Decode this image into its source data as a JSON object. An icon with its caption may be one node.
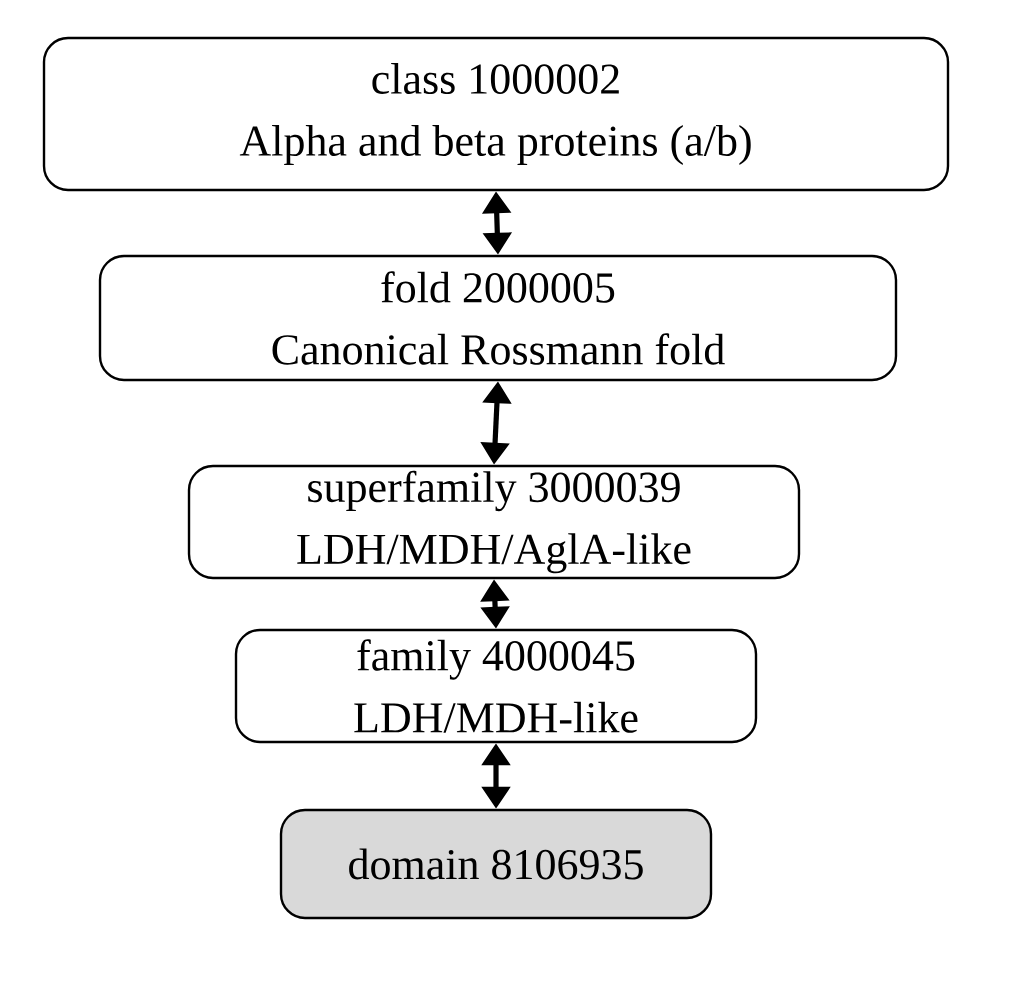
{
  "diagram": {
    "nodes": [
      {
        "text": [
          "class 1000002",
          "Alpha and beta proteins (a/b)"
        ]
      },
      {
        "text": [
          "fold 2000005",
          "Canonical Rossmann fold"
        ]
      },
      {
        "text": [
          "superfamily 3000039",
          "LDH/MDH/AglA-like"
        ]
      },
      {
        "text": [
          "family 4000045",
          "LDH/MDH-like"
        ]
      },
      {
        "text": [
          "domain 8106935"
        ]
      }
    ],
    "edges": [
      {
        "from": 0,
        "to": 1,
        "arrow": "both"
      },
      {
        "from": 1,
        "to": 2,
        "arrow": "both"
      },
      {
        "from": 2,
        "to": 3,
        "arrow": "both"
      },
      {
        "from": 3,
        "to": 4,
        "arrow": "both"
      }
    ]
  }
}
